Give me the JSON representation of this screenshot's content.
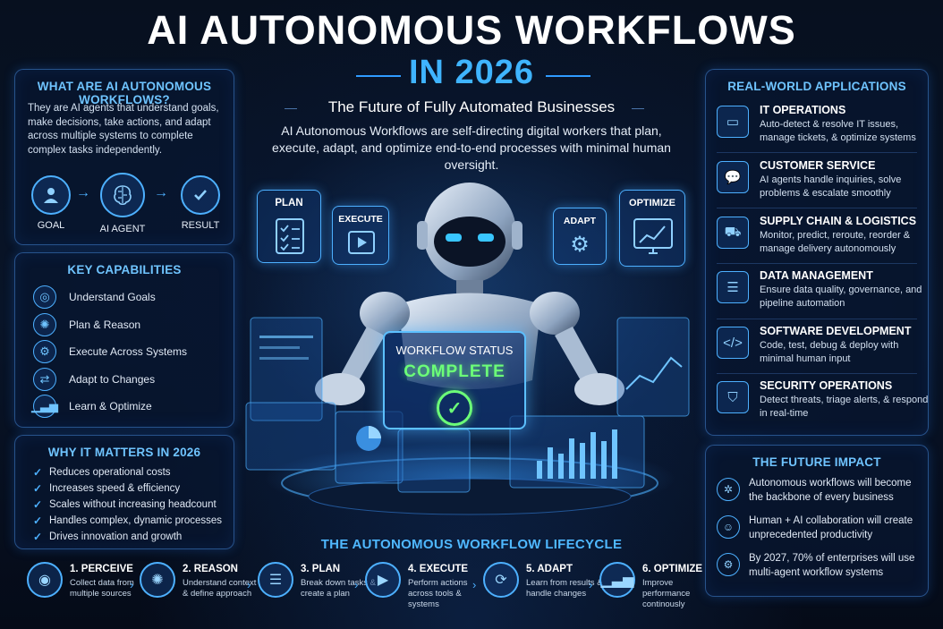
{
  "header": {
    "title": "AI AUTONOMOUS WORKFLOWS",
    "subtitle": "IN 2026",
    "tagline": "The Future of Fully Automated Businesses",
    "intro": "AI Autonomous Workflows are self-directing digital workers that plan, execute, adapt, and optimize end-to-end processes with minimal human oversight."
  },
  "what": {
    "title": "WHAT ARE AI AUTONOMOUS WORKFLOWS?",
    "text": "They are AI agents that understand goals, make decisions, take actions, and adapt across multiple systems to complete complex tasks independently.",
    "flow": [
      "GOAL",
      "AI AGENT",
      "RESULT"
    ]
  },
  "capabilities": {
    "title": "KEY CAPABILITIES",
    "items": [
      {
        "label": "Understand Goals",
        "icon": "target-icon"
      },
      {
        "label": "Plan & Reason",
        "icon": "brain-icon"
      },
      {
        "label": "Execute Across Systems",
        "icon": "gear-icon"
      },
      {
        "label": "Adapt to Changes",
        "icon": "swap-icon"
      },
      {
        "label": "Learn & Optimize",
        "icon": "chart-icon"
      }
    ]
  },
  "why": {
    "title": "WHY IT MATTERS IN 2026",
    "items": [
      "Reduces operational costs",
      "Increases speed & efficiency",
      "Scales without increasing headcount",
      "Handles complex, dynamic processes",
      "Drives innovation and growth"
    ]
  },
  "applications": {
    "title": "REAL-WORLD APPLICATIONS",
    "items": [
      {
        "title": "IT OPERATIONS",
        "desc": "Auto-detect & resolve IT issues, manage tickets, & optimize systems",
        "icon": "monitor-icon"
      },
      {
        "title": "CUSTOMER SERVICE",
        "desc": "AI agents handle inquiries, solve problems & escalate smoothly",
        "icon": "chat-icon"
      },
      {
        "title": "SUPPLY CHAIN & LOGISTICS",
        "desc": "Monitor, predict, reroute, reorder & manage delivery autonomously",
        "icon": "truck-icon"
      },
      {
        "title": "DATA MANAGEMENT",
        "desc": "Ensure data quality, governance, and pipeline automation",
        "icon": "database-icon"
      },
      {
        "title": "SOFTWARE DEVELOPMENT",
        "desc": "Code, test, debug & deploy with minimal human input",
        "icon": "code-icon"
      },
      {
        "title": "SECURITY OPERATIONS",
        "desc": "Detect threats, triage alerts, & respond in real-time",
        "icon": "shield-icon"
      }
    ]
  },
  "future": {
    "title": "THE FUTURE IMPACT",
    "items": [
      "Autonomous workflows will become the backbone of every business",
      "Human + AI collaboration will create unprecedented productivity",
      "By 2027, 70% of enterprises will use multi-agent workflow systems"
    ]
  },
  "hero": {
    "cards": [
      "PLAN",
      "EXECUTE",
      "ADAPT",
      "OPTIMIZE"
    ],
    "status_title": "WORKFLOW STATUS",
    "status_value": "COMPLETE"
  },
  "lifecycle": {
    "title": "THE AUTONOMOUS WORKFLOW LIFECYCLE",
    "steps": [
      {
        "name": "1. PERCEIVE",
        "desc": "Collect data from multiple sources",
        "icon": "eye-icon"
      },
      {
        "name": "2. REASON",
        "desc": "Understand context & define approach",
        "icon": "brain-icon"
      },
      {
        "name": "3. PLAN",
        "desc": "Break down tasks & create a plan",
        "icon": "checklist-icon"
      },
      {
        "name": "4. EXECUTE",
        "desc": "Perform actions across tools & systems",
        "icon": "play-icon"
      },
      {
        "name": "5. ADAPT",
        "desc": "Learn from results & handle changes",
        "icon": "refresh-icon"
      },
      {
        "name": "6. OPTIMIZE",
        "desc": "Improve performance continously",
        "icon": "chart-icon"
      }
    ]
  },
  "colors": {
    "accent": "#3fb4ff",
    "success": "#6cff78",
    "background": "#050b18"
  }
}
